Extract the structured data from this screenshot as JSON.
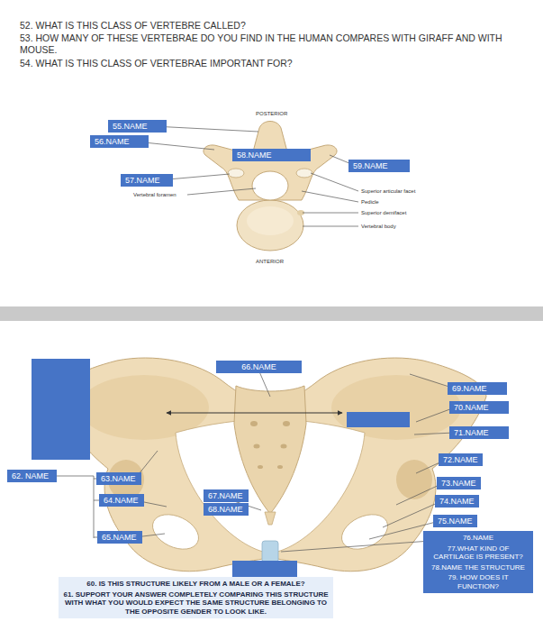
{
  "diagram": {
    "nodes": [
      {
        "text": [
          "55.NAME"
        ]
      },
      {
        "text": [
          "56.NAME"
        ]
      },
      {
        "text": [
          "57.NAME"
        ]
      },
      {
        "text": [
          "58.NAME"
        ]
      },
      {
        "text": [
          "59.NAME"
        ]
      },
      {
        "text": [
          "66.NAME"
        ]
      },
      {
        "text": [
          "69.NAME"
        ]
      },
      {
        "text": [
          "70.NAME"
        ]
      },
      {
        "text": [
          "71.NAME"
        ]
      },
      {
        "text": [
          "72.NAME"
        ]
      },
      {
        "text": [
          "62. NAME"
        ]
      },
      {
        "text": [
          "63.NAME"
        ]
      },
      {
        "text": [
          "73.NAME"
        ]
      },
      {
        "text": [
          "64.NAME"
        ]
      },
      {
        "text": [
          "67.NAME"
        ]
      },
      {
        "text": [
          "68.NAME"
        ]
      },
      {
        "text": [
          "74.NAME"
        ]
      },
      {
        "text": [
          "75.NAME"
        ]
      },
      {
        "text": [
          "65.NAME"
        ]
      },
      {
        "text": [
          "76.NAME",
          "77.WHAT KIND OF CARTILAGE IS PRESENT?",
          "78.NAME THE STRUCTURE",
          "79. HOW DOES IT FUNCTION?"
        ]
      },
      {
        "text": [
          "60. IS THIS STRUCTURE LIKELY FROM A MALE OR A FEMALE?",
          "61. SUPPORT YOUR ANSWER COMPLETELY COMPARING THIS STRUCTURE WITH WHAT YOU WOULD EXPECT THE SAME STRUCTURE BELONGING TO THE OPPOSITE GENDER TO LOOK LIKE."
        ]
      }
    ],
    "labels": [
      "52. WHAT IS THIS CLASS OF VERTEBRE CALLED?",
      "53. HOW MANY OF THESE VERTEBRAE DO YOU FIND IN THE HUMAN COMPARES WITH GIRAFF AND WITH MOUSE.",
      "54. WHAT IS THIS CLASS OF VERTEBRAE IMPORTANT FOR?",
      "POSTERIOR",
      "Vertebral foramen",
      "Superior articular facet",
      "Pedicle",
      "Superior demifacet",
      "Vertebral body",
      "ANTERIOR"
    ]
  }
}
